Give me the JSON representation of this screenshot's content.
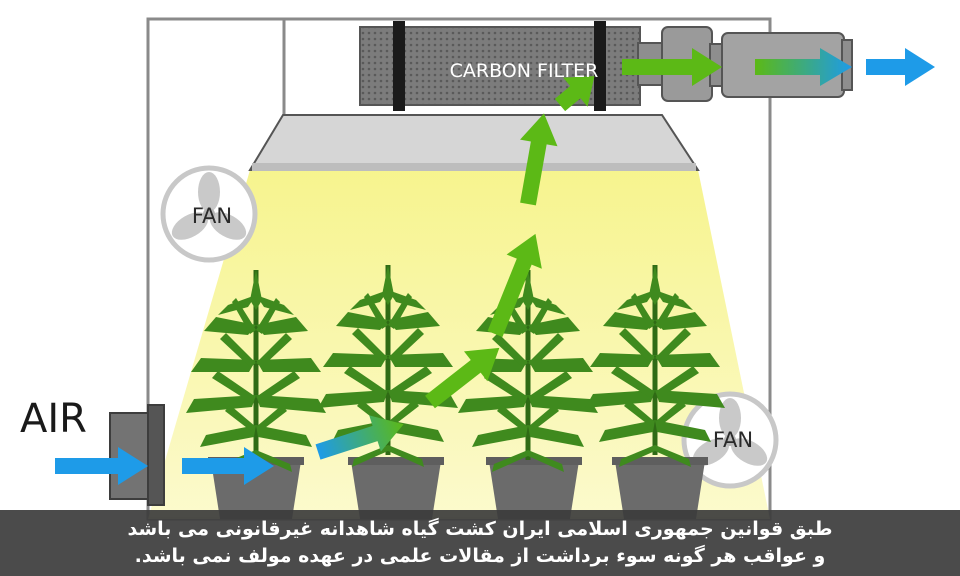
{
  "labels": {
    "air": "AIR",
    "fan_top": "FAN",
    "fan_bottom": "FAN",
    "carbon_filter": "CARBON FILTER"
  },
  "disclaimer": {
    "line1": "طبق قوانین جمهوری اسلامی ایران کشت گیاه شاهدانه غیرقانونی می باشد",
    "line2": "و عواقب هر گونه سوء برداشت از مقالات علمی در عهده مولف نمی باشد."
  },
  "colors": {
    "intake_arrow": "#1e9be8",
    "exhaust_arrow": "#5cb916",
    "light_glow": "#f7f59a",
    "plant_leaf": "#3f8a1e",
    "pot": "#6b6b6b",
    "tent_frame": "#8a8a8a"
  },
  "icons": [
    "fan-icon",
    "cannabis-plant-icon",
    "carbon-filter-icon",
    "inline-fan-icon",
    "arrow-icon"
  ]
}
